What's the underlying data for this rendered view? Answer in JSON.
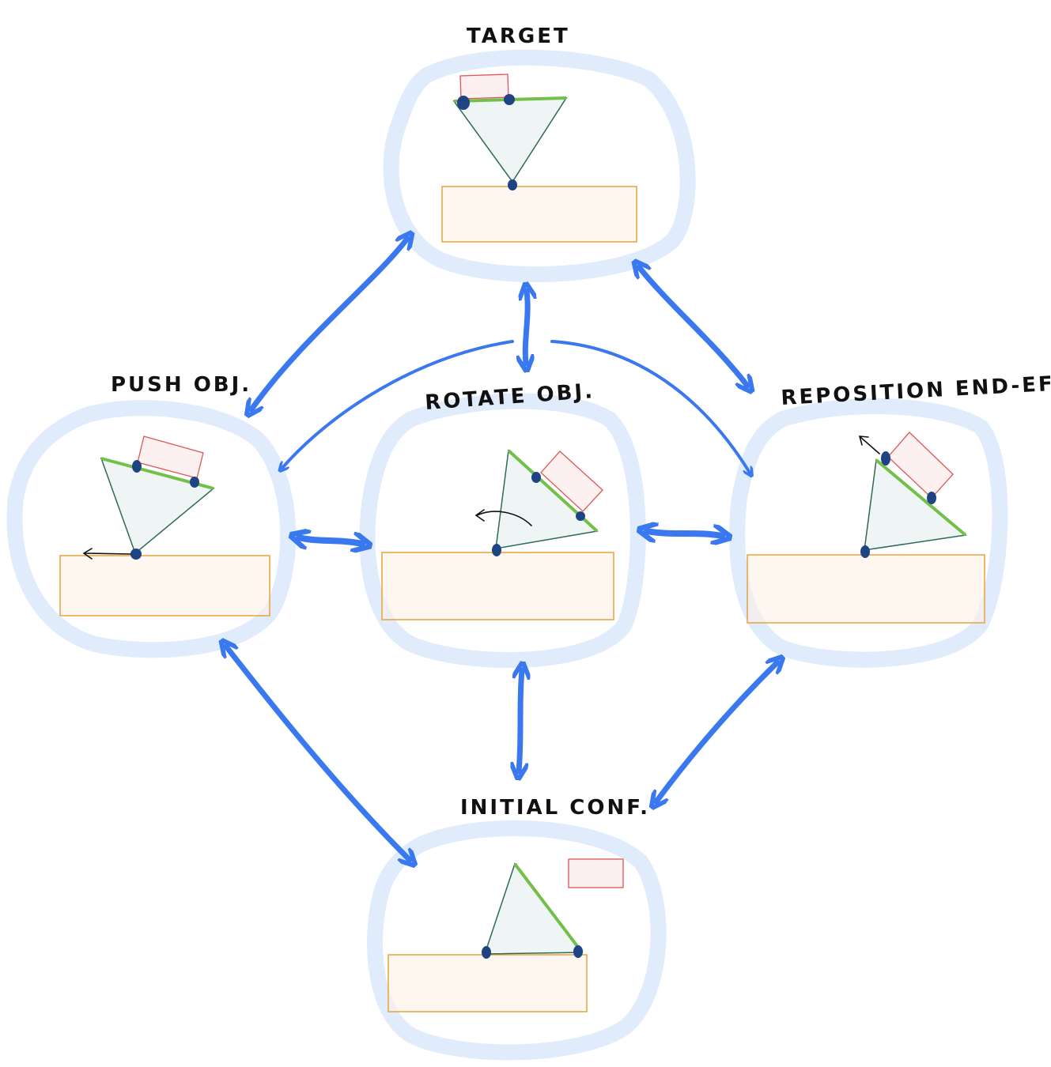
{
  "colors": {
    "ring": "#dbe8fa",
    "arrow": "#3a78f0",
    "table_fill": "#fdf1e4",
    "table_stroke": "#e8a23e",
    "triangle_fill": "#e3efec",
    "triangle_stroke": "#2f6a55",
    "contact_edge": "#72c04a",
    "box_stroke": "#e05555",
    "box_fill": "#fbe2e4",
    "contact_dot": "#1e4484",
    "text": "#111111"
  },
  "states": {
    "target": {
      "label": "TARGET"
    },
    "push": {
      "label": "PUSH OBJ."
    },
    "rotate": {
      "label": "ROTATE OBJ."
    },
    "reposition": {
      "label": "REPOSITION END-EFF."
    },
    "initial": {
      "label": "INITIAL CONF."
    }
  }
}
